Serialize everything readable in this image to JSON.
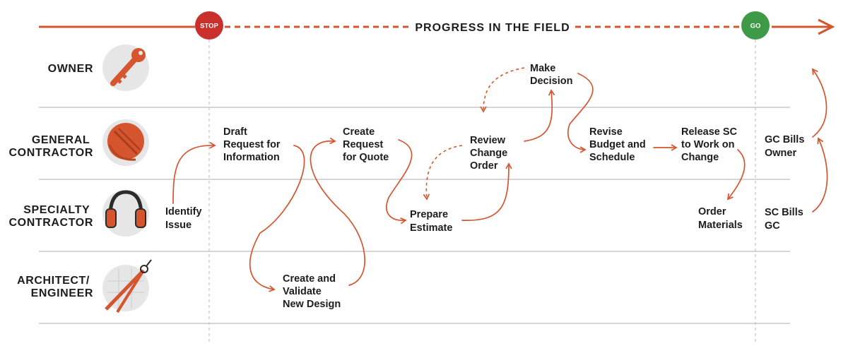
{
  "banner": {
    "stop_label": "STOP",
    "go_label": "GO",
    "title": "PROGRESS IN THE FIELD"
  },
  "lanes": [
    {
      "lines": [
        "OWNER"
      ],
      "icon": "key-icon"
    },
    {
      "lines": [
        "GENERAL",
        "CONTRACTOR"
      ],
      "icon": "hard-hat-icon"
    },
    {
      "lines": [
        "SPECIALTY",
        "CONTRACTOR"
      ],
      "icon": "ear-protection-icon"
    },
    {
      "lines": [
        "ARCHITECT/",
        "ENGINEER"
      ],
      "icon": "drafting-compass-icon"
    }
  ],
  "steps": [
    {
      "id": "identify-issue",
      "lines": [
        "Identify",
        "Issue"
      ]
    },
    {
      "id": "draft-rfi",
      "lines": [
        "Draft",
        "Request for",
        "Information"
      ]
    },
    {
      "id": "create-validate-design",
      "lines": [
        "Create and",
        "Validate",
        "New Design"
      ]
    },
    {
      "id": "create-rfq",
      "lines": [
        "Create",
        "Request",
        "for Quote"
      ]
    },
    {
      "id": "prepare-estimate",
      "lines": [
        "Prepare",
        "Estimate"
      ]
    },
    {
      "id": "review-change-order",
      "lines": [
        "Review",
        "Change",
        "Order"
      ]
    },
    {
      "id": "make-decision",
      "lines": [
        "Make",
        "Decision"
      ]
    },
    {
      "id": "revise-budget",
      "lines": [
        "Revise",
        "Budget and",
        "Schedule"
      ]
    },
    {
      "id": "release-sc",
      "lines": [
        "Release SC",
        "to Work on",
        "Change"
      ]
    },
    {
      "id": "order-materials",
      "lines": [
        "Order",
        "Materials"
      ]
    },
    {
      "id": "gc-bills-owner",
      "lines": [
        "GC Bills",
        "Owner"
      ]
    },
    {
      "id": "sc-bills-gc",
      "lines": [
        "SC Bills",
        "GC"
      ]
    }
  ],
  "colors": {
    "accent": "#d4552e",
    "stop": "#c9302c",
    "go": "#3f9a48",
    "text": "#1d1d1d",
    "grid": "#d6d6d6"
  }
}
